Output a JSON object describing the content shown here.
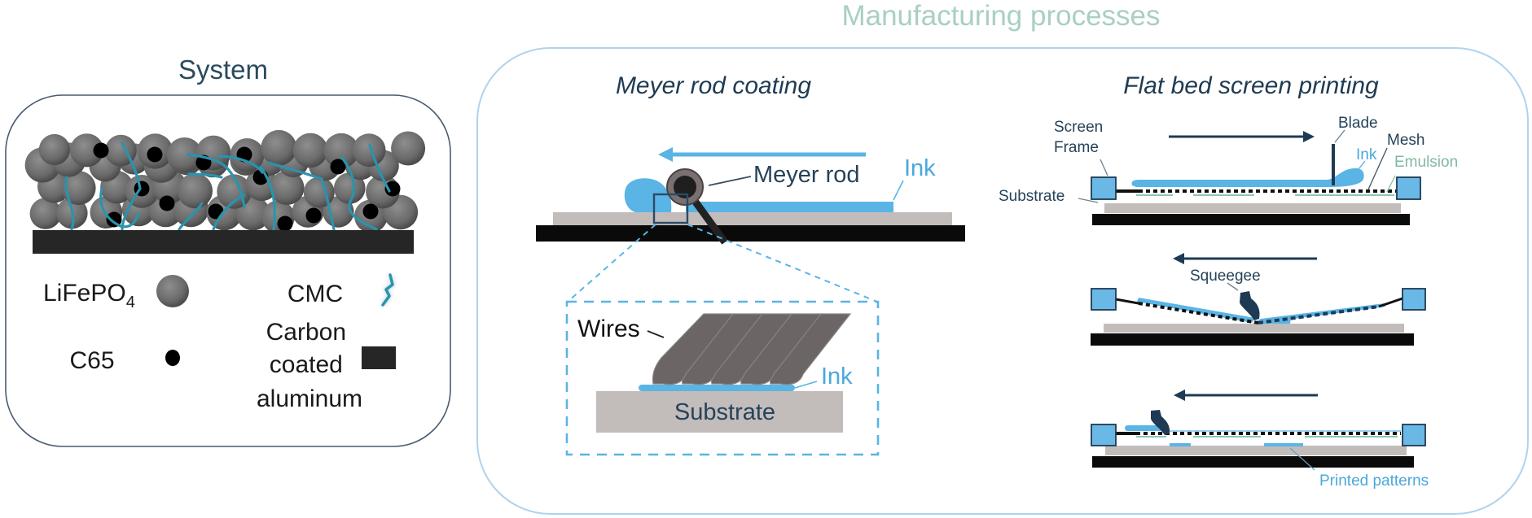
{
  "figure": {
    "system_title": "System",
    "manufacturing_title": "Manufacturing processes"
  },
  "system": {
    "legend": [
      {
        "label": "LiFePO",
        "subscript": "4",
        "icon": "gray-sphere-icon"
      },
      {
        "label": "CMC",
        "icon": "teal-binder-strand-icon"
      },
      {
        "label": "C65",
        "icon": "black-dot-icon"
      },
      {
        "label_lines": [
          "Carbon",
          "coated",
          "aluminum"
        ],
        "icon": "dark-rectangle-icon"
      }
    ]
  },
  "meyer": {
    "title": "Meyer rod coating",
    "rod_label": "Meyer rod",
    "ink_label": "Ink",
    "direction": "left",
    "inset": {
      "wires_label": "Wires",
      "ink_label": "Ink",
      "substrate_label": "Substrate",
      "wire_count": 5
    }
  },
  "screen": {
    "title": "Flat bed screen printing",
    "step1": {
      "direction": "right",
      "labels": {
        "screen": "Screen",
        "frame": "Frame",
        "substrate": "Substrate",
        "blade": "Blade",
        "mesh": "Mesh",
        "ink": "Ink",
        "emulsion": "Emulsion"
      }
    },
    "step2": {
      "direction": "left",
      "labels": {
        "squeegee": "Squeegee"
      }
    },
    "step3": {
      "direction": "left",
      "labels": {
        "printed": "Printed patterns"
      }
    }
  },
  "colors": {
    "dark_navy": "#1e3a55",
    "ink_blue": "#5ab4e5",
    "frame_blue": "#6ab8e6",
    "substrate_gray": "#c2bcbb",
    "base_black": "#0a0a0a",
    "collector": "#262626",
    "cmc_teal": "#2a93ad",
    "title_light": "#a9cfc3",
    "system_border": "#4a5b70",
    "process_border": "#aed3ee",
    "wire_gray": "#6b6566"
  }
}
